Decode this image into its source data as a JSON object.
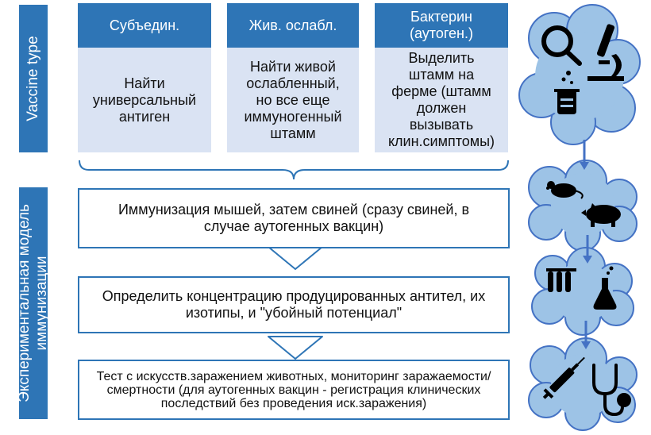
{
  "left_labels": {
    "vaccine_type": "Vaccine type",
    "experimental_model_line1": "Экспериментальная модель",
    "experimental_model_line2": "иммунизации"
  },
  "vaccine_types": [
    {
      "title": "Субъедин.",
      "body": "Найти универсальный антиген"
    },
    {
      "title": "Жив. ослабл.",
      "body": "Найти живой ослабленный, но все еще иммуногенный штамм"
    },
    {
      "title_line1": "Бактерин",
      "title_line2": "(аутоген.)",
      "body": "Выделить штамм на ферме (штамм должен вызывать клин.симптомы)"
    }
  ],
  "steps": [
    "Иммунизация мышей, затем свиней (сразу свиней, в случае аутогенных вакцин)",
    "Определить концентрацию продуцированных антител, их изотипы, и \"убойный потенциал\"",
    "Тест с искусств.заражением животных, мониторинг заражаемости/смертности (для аутогенных вакцин - регистрация клинических последствий без проведения иск.заражения)"
  ],
  "clouds": [
    {
      "icons": [
        "magnifier-icon",
        "microscope-icon",
        "beaker-icon"
      ]
    },
    {
      "icons": [
        "mouse-icon",
        "pig-icon"
      ]
    },
    {
      "icons": [
        "test-tubes-icon",
        "flask-icon"
      ]
    },
    {
      "icons": [
        "syringe-icon",
        "stethoscope-icon"
      ]
    }
  ],
  "colors": {
    "accent_blue": "#2e75b6",
    "light_blue": "#dae3f3",
    "cloud_fill": "#9dc3e6",
    "cloud_stroke": "#4472c4",
    "arrow_blue": "#4472c4"
  }
}
